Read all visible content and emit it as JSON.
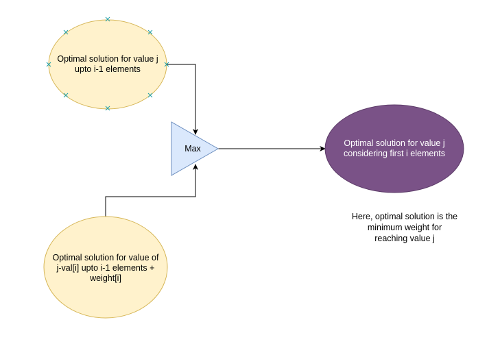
{
  "colors": {
    "input_fill": "#fff2cc",
    "input_stroke": "#d6b656",
    "max_fill": "#dae8fc",
    "max_stroke": "#6c8ebf",
    "output_fill": "#7a5287",
    "output_stroke": "#5c3b68",
    "output_text": "#ffffff",
    "edge": "#000000",
    "selection_handle": "#1f9fa8"
  },
  "nodes": {
    "top_input": {
      "label_line1": "Optimal solution for value j",
      "label_line2": "upto i-1 elements"
    },
    "bottom_input": {
      "label_line1": "Optimal solution for value of",
      "label_line2": "j-val[i] upto i-1 elements +",
      "label_line3": "weight[i]"
    },
    "max_gate": {
      "label": "Max"
    },
    "output": {
      "label_line1": "Optimal solution for value j",
      "label_line2": "considering first i elements"
    }
  },
  "note": {
    "line1": "Here, optimal solution is the",
    "line2": "minimum weight for",
    "line3": "reaching value j"
  }
}
